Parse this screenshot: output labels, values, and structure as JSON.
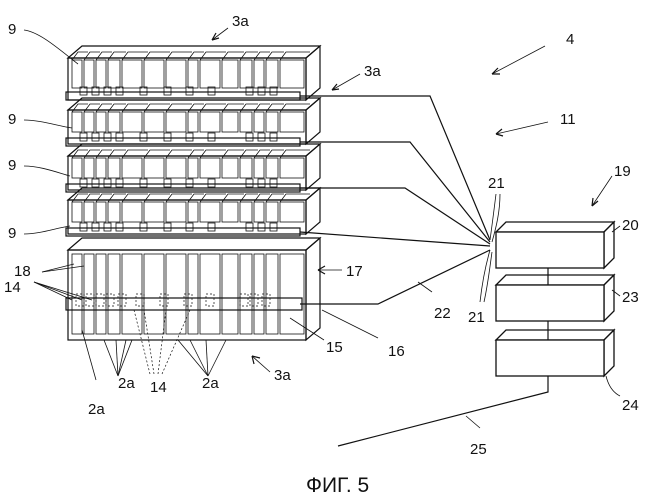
{
  "caption": "ФИГ. 5",
  "labels": {
    "l3a_top": "3a",
    "l3a_right": "3a",
    "l3a_bottom": "3a",
    "l4": "4",
    "l9_a": "9",
    "l9_b": "9",
    "l9_c": "9",
    "l9_d": "9",
    "l11": "11",
    "l21_top": "21",
    "l21_bottom": "21",
    "l19": "19",
    "l20": "20",
    "l23": "23",
    "l24": "24",
    "l17": "17",
    "l18": "18",
    "l14_left": "14",
    "l14_bottom": "14",
    "l22": "22",
    "l15": "15",
    "l16": "16",
    "l2a_left": "2a",
    "l2a_mid": "2a",
    "l2a_right": "2a",
    "l25": "25"
  }
}
